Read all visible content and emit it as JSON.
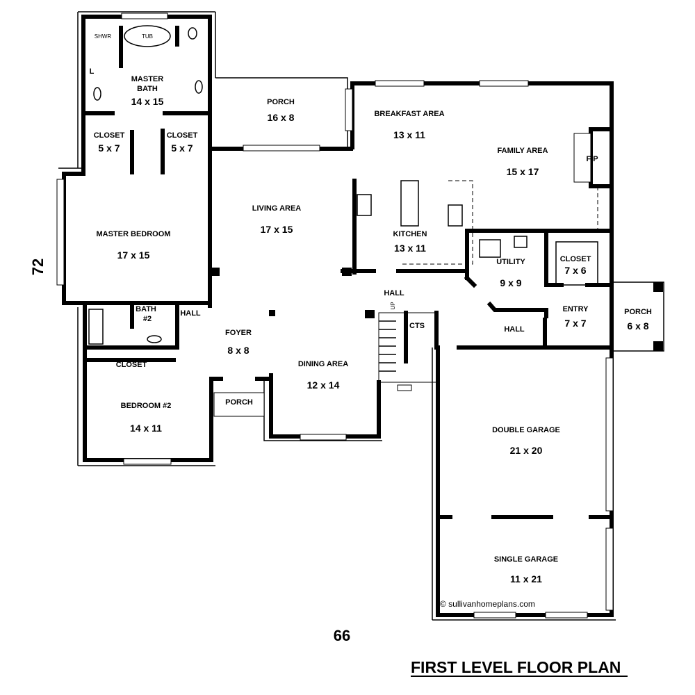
{
  "title": "FIRST LEVEL FLOOR PLAN",
  "overall_width": "66",
  "overall_depth": "72",
  "copyright": "© sullivanhomeplans.com",
  "rooms": {
    "master_bath": {
      "name1": "MASTER",
      "name2": "BATH",
      "size": "14 x 15"
    },
    "closet_left": {
      "name": "CLOSET",
      "size": "5 x 7"
    },
    "closet_right": {
      "name": "CLOSET",
      "size": "5 x 7"
    },
    "porch_rear": {
      "name": "PORCH",
      "size": "16 x 8"
    },
    "breakfast": {
      "name": "BREAKFAST AREA",
      "size": "13 x 11"
    },
    "family": {
      "name": "FAMILY AREA",
      "size": "15 x 17"
    },
    "master_bedroom": {
      "name": "MASTER BEDROOM",
      "size": "17 x 15"
    },
    "living": {
      "name": "LIVING AREA",
      "size": "17 x 15"
    },
    "kitchen": {
      "name": "KITCHEN",
      "size": "13 x 11"
    },
    "utility": {
      "name": "UTILITY",
      "size": "9 x 9"
    },
    "closet_entry": {
      "name": "CLOSET",
      "size": "7 x 6"
    },
    "entry": {
      "name": "ENTRY",
      "size": "7 x 7"
    },
    "porch_side": {
      "name": "PORCH",
      "size": "6 x 8"
    },
    "bath2": {
      "name1": "BATH",
      "name2": "#2"
    },
    "hall_left": {
      "name": "HALL"
    },
    "hall_kitchen": {
      "name": "HALL"
    },
    "hall_right": {
      "name": "HALL"
    },
    "foyer": {
      "name": "FOYER",
      "size": "8 x 8"
    },
    "dining": {
      "name": "DINING AREA",
      "size": "12 x 14"
    },
    "closet_bed2": {
      "name": "CLOSET"
    },
    "bedroom2": {
      "name": "BEDROOM #2",
      "size": "14 x 11"
    },
    "porch_front": {
      "name": "PORCH"
    },
    "double_garage": {
      "name": "DOUBLE GARAGE",
      "size": "21 x 20"
    },
    "single_garage": {
      "name": "SINGLE GARAGE",
      "size": "11 x 21"
    }
  },
  "fixtures": {
    "shower": "SHWR",
    "tub": "TUB",
    "linen": "L",
    "fireplace": "F/P",
    "stairs_up": "UP",
    "cts": "CTS"
  }
}
